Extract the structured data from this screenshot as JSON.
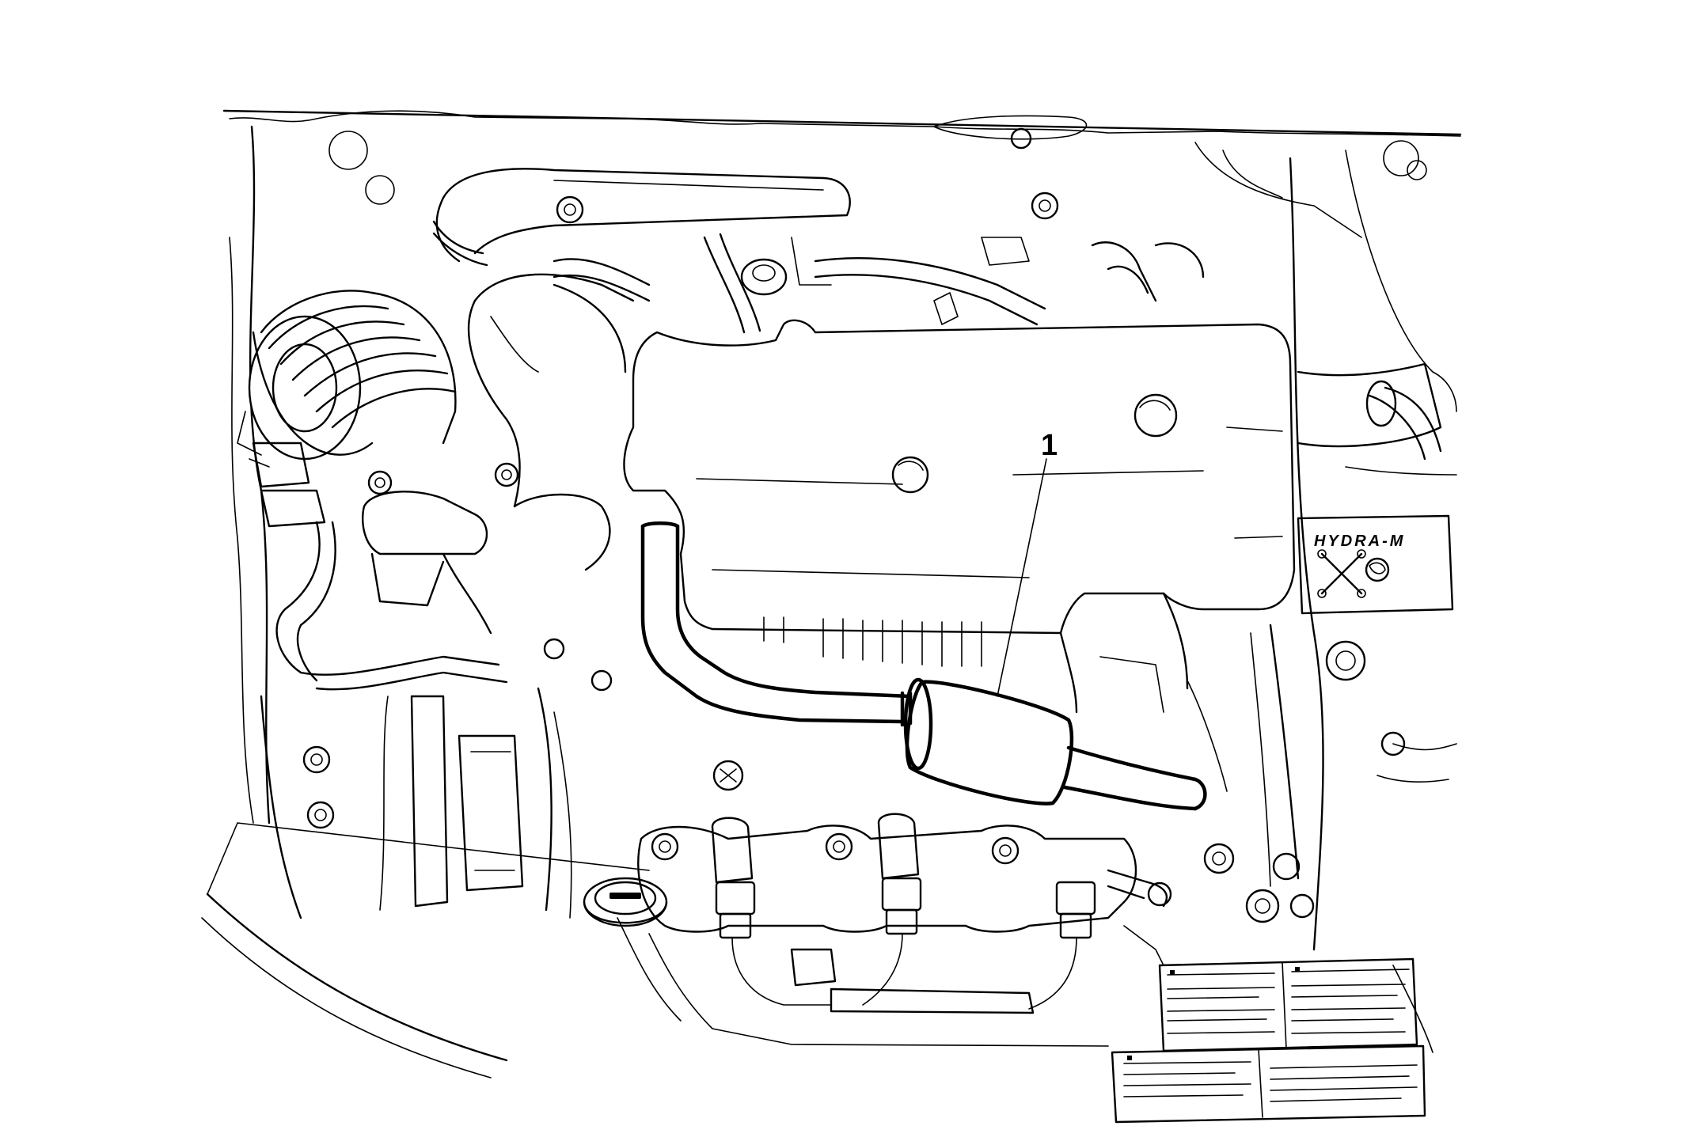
{
  "figure": {
    "callouts": [
      {
        "id": "1",
        "label": "1"
      }
    ],
    "decal": {
      "text": "HYDRA-M"
    },
    "colors": {
      "ink": "#000000",
      "paper": "#ffffff"
    }
  }
}
